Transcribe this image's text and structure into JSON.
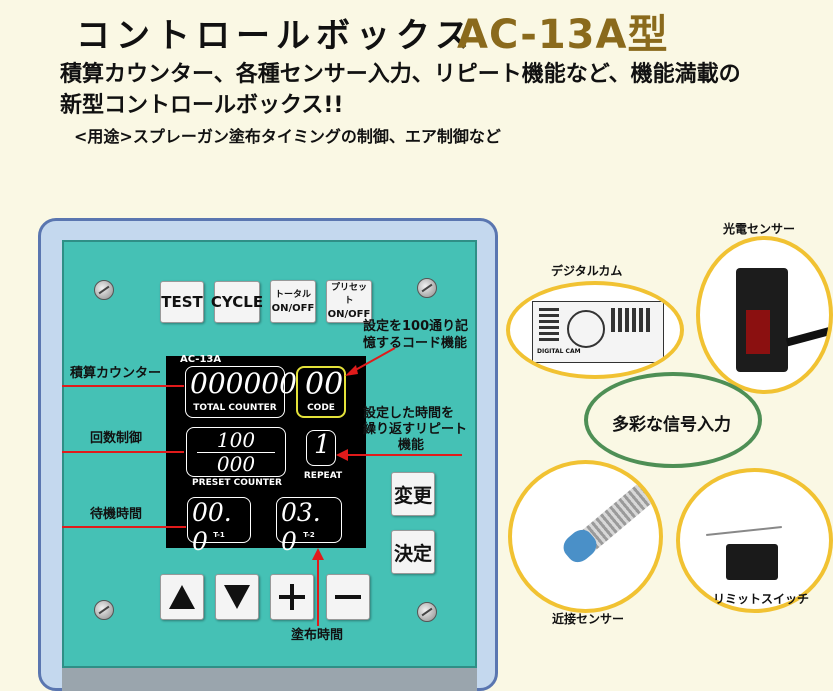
{
  "header": {
    "title_jp": "コントロールボックス",
    "title_model": "AC-13A型",
    "subtitle_line1": "積算カウンター、各種センサー入力、リピート機能など、機能満載の",
    "subtitle_line2": "新型コントロールボックス!!",
    "usage": "<用途>スプレーガン塗布タイミングの制御、エア制御など"
  },
  "panel": {
    "buttons": {
      "test": "TEST",
      "cycle": "CYCLE",
      "total_l1": "トータル",
      "total_l2": "ON/OFF",
      "preset_l1": "プリセット",
      "preset_l2": "ON/OFF",
      "change": "変更",
      "confirm": "決定"
    },
    "display": {
      "model": "AC-13A",
      "total_value": "000000",
      "total_label": "TOTAL COUNTER",
      "code_value": "00",
      "code_label": "CODE",
      "preset_top": "100",
      "preset_bottom": "000",
      "preset_label": "PRESET COUNTER",
      "repeat_value": "1",
      "repeat_label": "REPEAT",
      "t1_value": "00. 0",
      "t1_label": "T-1",
      "t2_value": "03. 0",
      "t2_label": "T-2"
    },
    "keys": {
      "up": "▲",
      "down": "▼",
      "plus": "+",
      "minus": "−"
    }
  },
  "callouts": {
    "total_counter": "積算カウンター",
    "count_control": "回数制御",
    "standby_time": "待機時間",
    "coating_time": "塗布時間",
    "code_l1": "設定を100通り記",
    "code_l2": "憶するコード機能",
    "repeat_l1": "設定した時間を",
    "repeat_l2": "繰り返すリピート",
    "repeat_l3": "機能"
  },
  "sensors": {
    "digital_cam": "デジタルカム",
    "digital_cam_text": "DIGITAL CAM",
    "photo_sensor": "光電センサー",
    "center_label": "多彩な信号入力",
    "proximity_sensor": "近接センサー",
    "limit_switch": "リミットスイッチ"
  },
  "colors": {
    "accent_red": "#e01b1b",
    "panel_teal": "#45c1b5",
    "circle_gold": "#f1c232",
    "model_brown": "#8a6a1c"
  }
}
